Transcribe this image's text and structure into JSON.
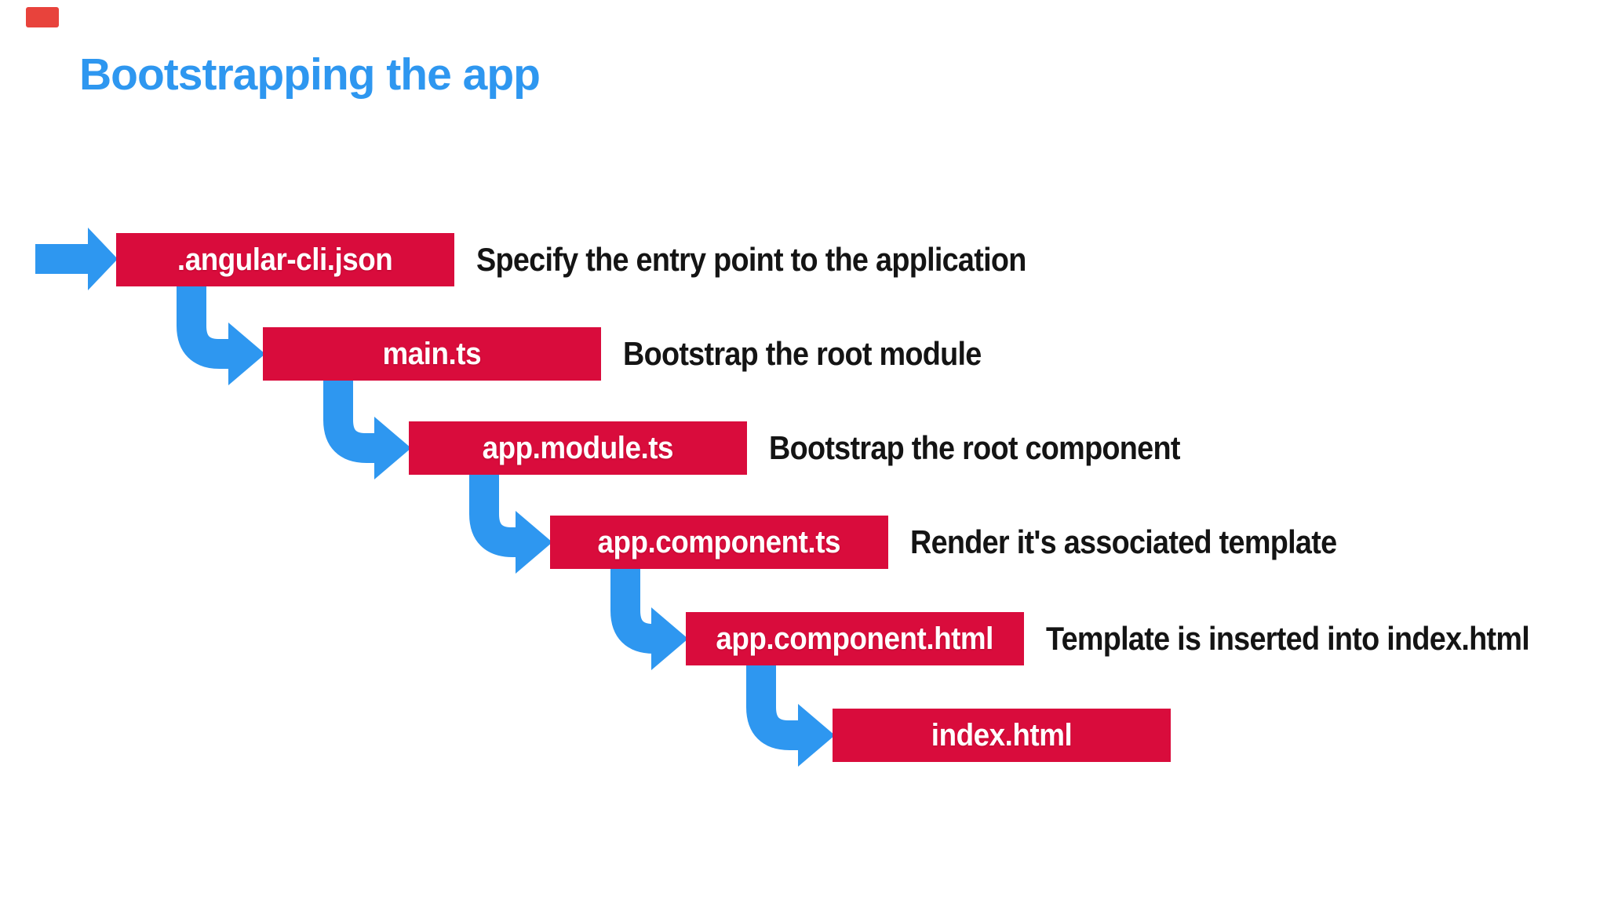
{
  "slide": {
    "title": "Bootstrapping the app",
    "colors": {
      "accent_blue": "#2E97F0",
      "box_red": "#D90C3C",
      "description_text": "#141414",
      "box_label_text": "#FFFFFF",
      "background": "#FFFFFF",
      "corner_mark_red": "#E8433C"
    },
    "icons": {
      "entry_arrow": "arrow-right-icon",
      "connector": "elbow-arrow-down-right-icon"
    },
    "steps": [
      {
        "file": ".angular-cli.json",
        "description": "Specify the entry point to the application"
      },
      {
        "file": "main.ts",
        "description": "Bootstrap the root module"
      },
      {
        "file": "app.module.ts",
        "description": "Bootstrap the root component"
      },
      {
        "file": "app.component.ts",
        "description": "Render it's associated template"
      },
      {
        "file": "app.component.html",
        "description": "Template is inserted into index.html"
      },
      {
        "file": "index.html",
        "description": ""
      }
    ]
  }
}
